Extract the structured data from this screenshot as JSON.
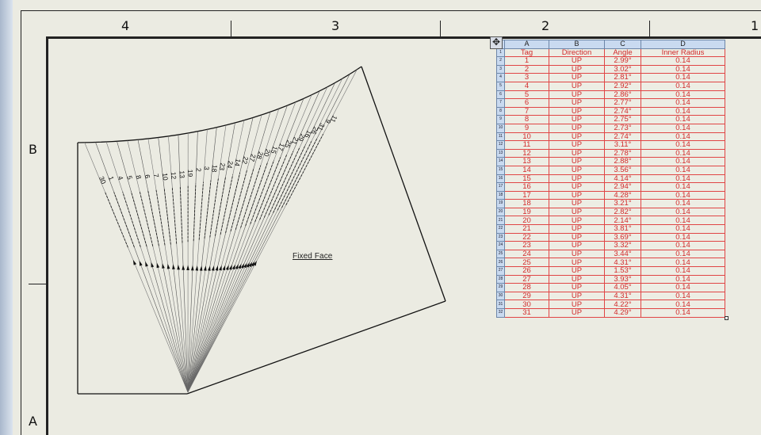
{
  "sheet": {
    "zone_columns": [
      "4",
      "3",
      "2",
      "1"
    ],
    "zone_rows": [
      "B",
      "A"
    ]
  },
  "drawing": {
    "fixed_face_label": "Fixed Face",
    "bend_tags": [
      "1",
      "2",
      "3",
      "4",
      "5",
      "6",
      "7",
      "8",
      "9",
      "10",
      "11",
      "12",
      "13",
      "14",
      "15",
      "16",
      "17",
      "18",
      "19",
      "20",
      "21",
      "22",
      "23",
      "24",
      "25",
      "26",
      "27",
      "28",
      "29",
      "30",
      "31"
    ]
  },
  "table": {
    "column_letters": [
      "A",
      "B",
      "C",
      "D"
    ],
    "headers": [
      "Tag",
      "Direction",
      "Angle",
      "Inner Radius"
    ],
    "rows": [
      {
        "num": "2",
        "tag": "1",
        "direction": "UP",
        "angle": "2.99°",
        "radius": "0.14"
      },
      {
        "num": "3",
        "tag": "2",
        "direction": "UP",
        "angle": "3.02°",
        "radius": "0.14"
      },
      {
        "num": "4",
        "tag": "3",
        "direction": "UP",
        "angle": "2.81°",
        "radius": "0.14"
      },
      {
        "num": "5",
        "tag": "4",
        "direction": "UP",
        "angle": "2.92°",
        "radius": "0.14"
      },
      {
        "num": "6",
        "tag": "5",
        "direction": "UP",
        "angle": "2.86°",
        "radius": "0.14"
      },
      {
        "num": "7",
        "tag": "6",
        "direction": "UP",
        "angle": "2.77°",
        "radius": "0.14"
      },
      {
        "num": "8",
        "tag": "7",
        "direction": "UP",
        "angle": "2.74°",
        "radius": "0.14"
      },
      {
        "num": "9",
        "tag": "8",
        "direction": "UP",
        "angle": "2.75°",
        "radius": "0.14"
      },
      {
        "num": "10",
        "tag": "9",
        "direction": "UP",
        "angle": "2.73°",
        "radius": "0.14"
      },
      {
        "num": "11",
        "tag": "10",
        "direction": "UP",
        "angle": "2.74°",
        "radius": "0.14"
      },
      {
        "num": "12",
        "tag": "11",
        "direction": "UP",
        "angle": "3.11°",
        "radius": "0.14"
      },
      {
        "num": "13",
        "tag": "12",
        "direction": "UP",
        "angle": "2.78°",
        "radius": "0.14"
      },
      {
        "num": "14",
        "tag": "13",
        "direction": "UP",
        "angle": "2.88°",
        "radius": "0.14"
      },
      {
        "num": "15",
        "tag": "14",
        "direction": "UP",
        "angle": "3.56°",
        "radius": "0.14"
      },
      {
        "num": "16",
        "tag": "15",
        "direction": "UP",
        "angle": "4.14°",
        "radius": "0.14"
      },
      {
        "num": "17",
        "tag": "16",
        "direction": "UP",
        "angle": "2.94°",
        "radius": "0.14"
      },
      {
        "num": "18",
        "tag": "17",
        "direction": "UP",
        "angle": "4.28°",
        "radius": "0.14"
      },
      {
        "num": "19",
        "tag": "18",
        "direction": "UP",
        "angle": "3.21°",
        "radius": "0.14"
      },
      {
        "num": "20",
        "tag": "19",
        "direction": "UP",
        "angle": "2.82°",
        "radius": "0.14"
      },
      {
        "num": "21",
        "tag": "20",
        "direction": "UP",
        "angle": "2.14°",
        "radius": "0.14"
      },
      {
        "num": "22",
        "tag": "21",
        "direction": "UP",
        "angle": "3.81°",
        "radius": "0.14"
      },
      {
        "num": "23",
        "tag": "22",
        "direction": "UP",
        "angle": "3.69°",
        "radius": "0.14"
      },
      {
        "num": "24",
        "tag": "23",
        "direction": "UP",
        "angle": "3.32°",
        "radius": "0.14"
      },
      {
        "num": "25",
        "tag": "24",
        "direction": "UP",
        "angle": "3.44°",
        "radius": "0.14"
      },
      {
        "num": "26",
        "tag": "25",
        "direction": "UP",
        "angle": "4.31°",
        "radius": "0.14"
      },
      {
        "num": "27",
        "tag": "26",
        "direction": "UP",
        "angle": "1.53°",
        "radius": "0.14"
      },
      {
        "num": "28",
        "tag": "27",
        "direction": "UP",
        "angle": "3.93°",
        "radius": "0.14"
      },
      {
        "num": "29",
        "tag": "28",
        "direction": "UP",
        "angle": "4.05°",
        "radius": "0.14"
      },
      {
        "num": "30",
        "tag": "29",
        "direction": "UP",
        "angle": "4.31°",
        "radius": "0.14"
      },
      {
        "num": "31",
        "tag": "30",
        "direction": "UP",
        "angle": "4.22°",
        "radius": "0.14"
      },
      {
        "num": "32",
        "tag": "31",
        "direction": "UP",
        "angle": "4.29°",
        "radius": "0.14"
      }
    ]
  },
  "colors": {
    "sheet_background": "#ebebe2",
    "table_text": "#d22c2c",
    "table_border": "#e04545",
    "table_header_fill": "#c9daf0"
  }
}
